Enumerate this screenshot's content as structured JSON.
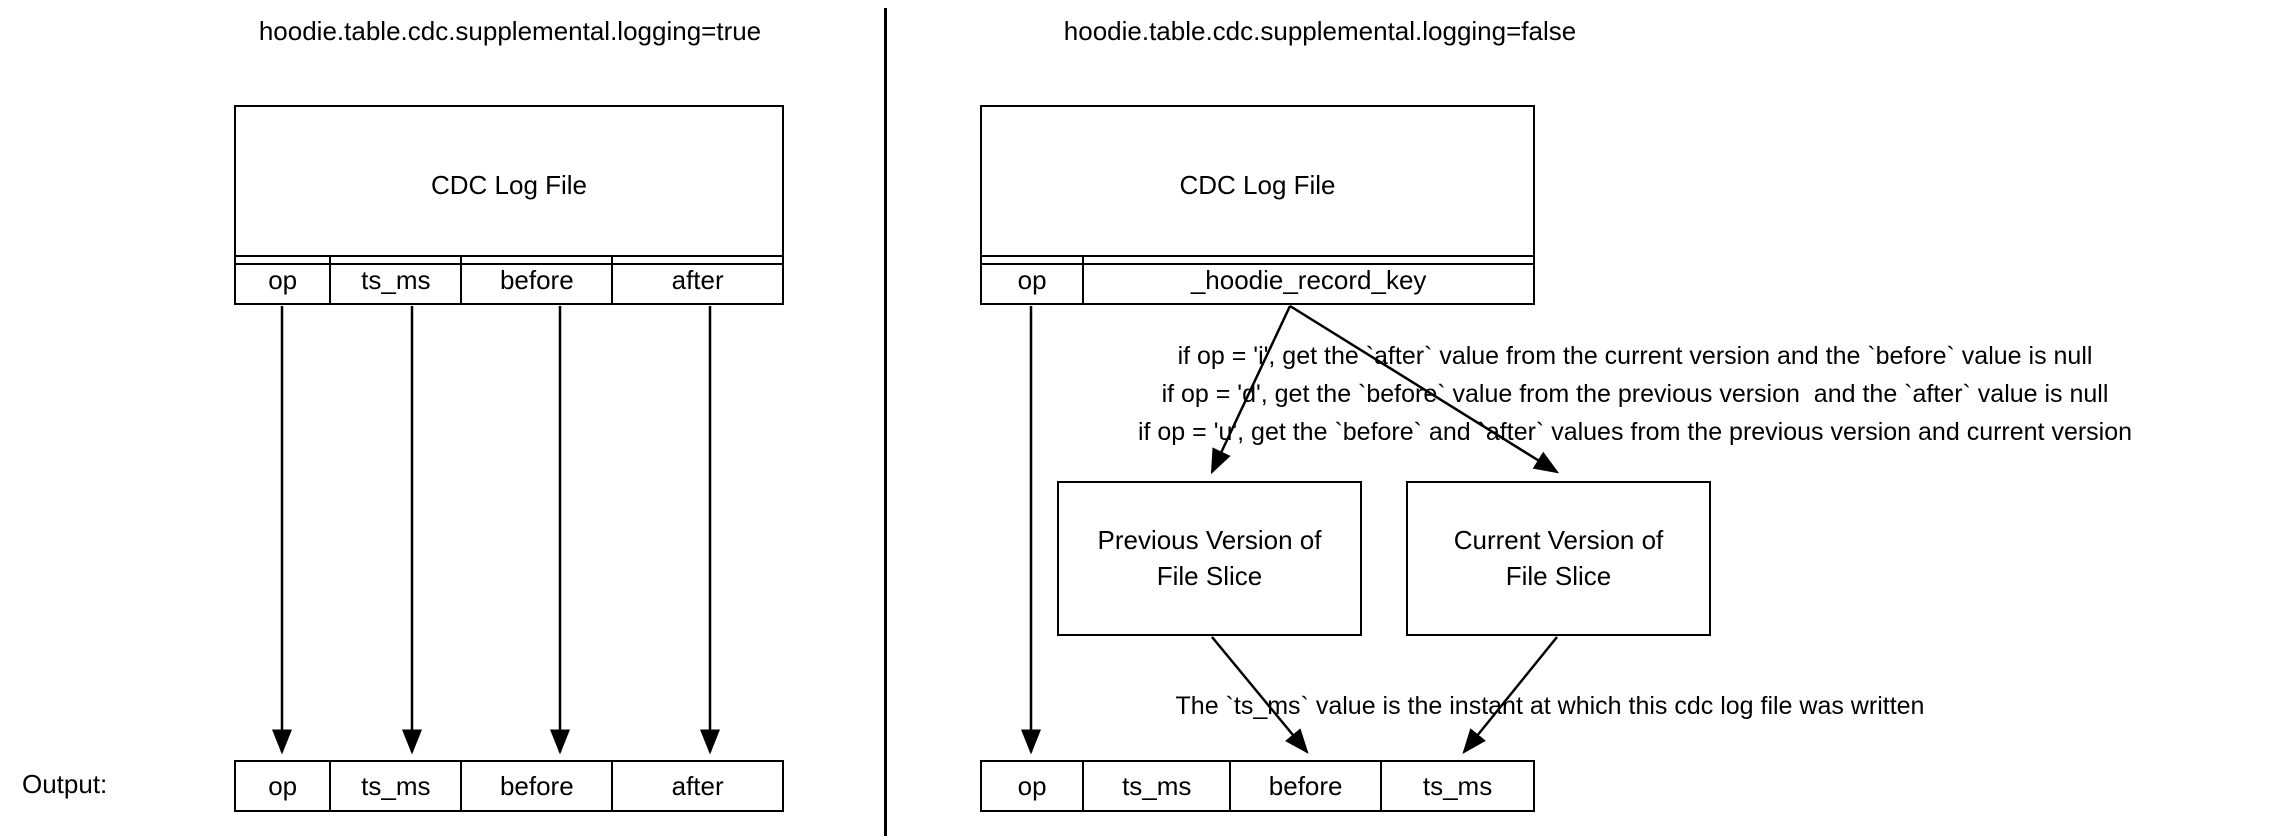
{
  "diagram": {
    "title_left": "hoodie.table.cdc.supplemental.logging=true",
    "title_right": "hoodie.table.cdc.supplemental.logging=false",
    "output_label": "Output:"
  },
  "left_panel": {
    "log_file_box_label": "CDC Log File",
    "log_columns": [
      "op",
      "ts_ms",
      "before",
      "after"
    ],
    "output_columns": [
      "op",
      "ts_ms",
      "before",
      "after"
    ]
  },
  "right_panel": {
    "log_file_box_label": "CDC Log File",
    "log_columns": [
      "op",
      "_hoodie_record_key"
    ],
    "notes": [
      "if op = 'i', get the `after` value from the current version and the `before` value is null",
      "if op = 'd', get the `before` value from the previous version  and the `after` value is null",
      "if op = 'u', get the `before` and `after` values from the previous version and current version"
    ],
    "previous_version_box": "Previous Version of\nFile Slice",
    "previous_version_line1": "Previous Version of",
    "previous_version_line2": "File Slice",
    "current_version_line1": "Current Version of",
    "current_version_line2": "File Slice",
    "ts_ms_note": "The `ts_ms` value is the instant at which this cdc log file was written",
    "output_columns": [
      "op",
      "ts_ms",
      "before",
      "ts_ms"
    ]
  },
  "colors": {
    "stroke": "#000000",
    "background": "#ffffff",
    "text": "#000000"
  }
}
